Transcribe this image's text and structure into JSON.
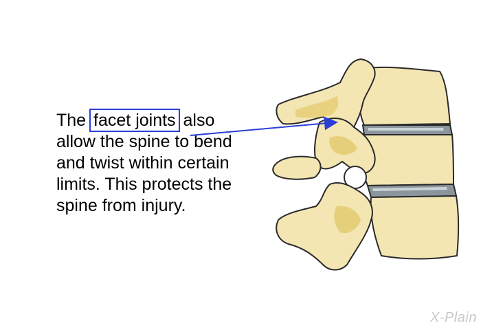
{
  "text": {
    "prefix": "The",
    "highlight": "facet joints",
    "line1_suffix": "also",
    "line2": "allow the spine to bend",
    "line3": "and twist within certain",
    "line4": "limits. This protects the",
    "line5": "spine from injury."
  },
  "brand": {
    "name": "X-Plain"
  },
  "colors": {
    "bone_fill": "#f3e6b3",
    "bone_shadow": "#e2c96b",
    "outline": "#2a2a2a",
    "disc": "#5f6b73",
    "highlight_box": "#2b3fd6",
    "arrow": "#2b3fd6"
  }
}
